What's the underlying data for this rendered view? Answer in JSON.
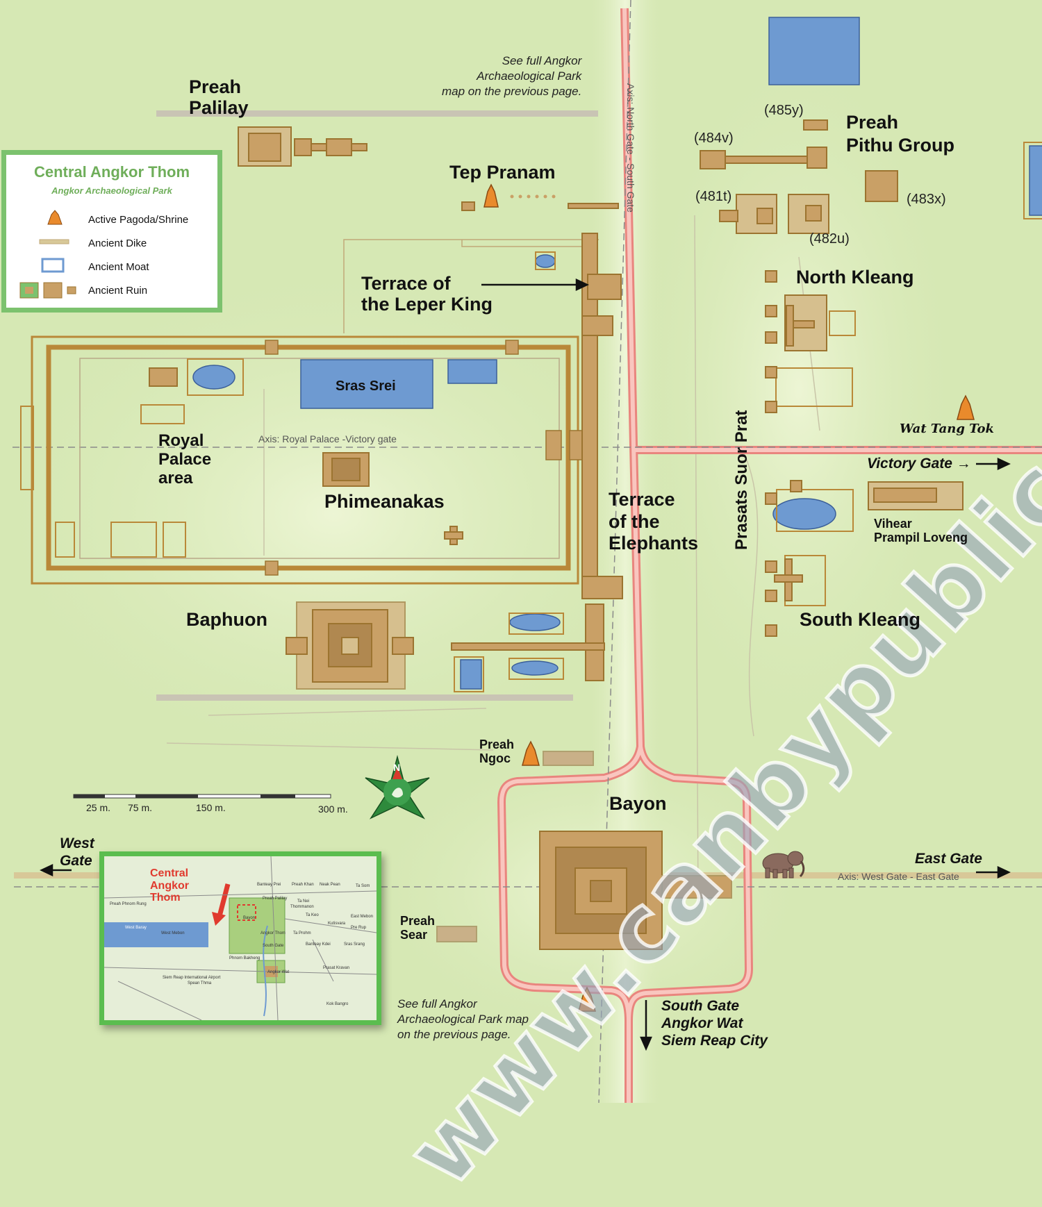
{
  "labels": {
    "preah_palilay": "Preah\nPalilay",
    "tep_pranam": "Tep Pranam",
    "terrace_leper_king": "Terrace of\nthe Leper King",
    "sras_srei": "Sras Srei",
    "royal_palace": "Royal\nPalace\narea",
    "phimeanakas": "Phimeanakas",
    "terrace_elephants": "Terrace\nof the\nElephants",
    "baphuon": "Baphuon",
    "preah_ngoc": "Preah\nNgoc",
    "bayon": "Bayon",
    "preah_sear": "Preah\nSear",
    "preah_pithu": "Preah\nPithu Group",
    "north_kleang": "North Kleang",
    "south_kleang": "South Kleang",
    "prasats_suor_prat": "Prasats Suor Prat",
    "wat_tang_tok": "Wat Tang Tok",
    "vihear_prampil": "Vihear\nPrampil Loveng",
    "num_485y": "(485y)",
    "num_484v": "(484v)",
    "num_481t": "(481t)",
    "num_482u": "(482u)",
    "num_483x": "(483x)"
  },
  "notes": {
    "top": "See full Angkor\nArchaeological Park\nmap on the previous page.",
    "bottom": "See full Angkor\nArchaeological Park map\non the previous page."
  },
  "gates": {
    "victory": "Victory Gate →",
    "west": "West\nGate",
    "east": "East Gate",
    "south": "South Gate\nAngkor Wat\nSiem Reap City"
  },
  "axes": {
    "north_south": "Axis: North Gate - South Gate",
    "royal_victory": "Axis: Royal Palace -Victory gate",
    "west_east": "Axis: West Gate - East Gate"
  },
  "legend": {
    "title": "Central Angkor Thom",
    "subtitle": "Angkor Archaeological Park",
    "items": [
      "Active Pagoda/Shrine",
      "Ancient Dike",
      "Ancient Moat",
      "Ancient Ruin"
    ]
  },
  "scale": {
    "ticks": [
      "25 m.",
      "75 m.",
      "150 m.",
      "300 m."
    ]
  },
  "compass": {
    "letter": "N"
  },
  "inset": {
    "title": "Central\nAngkor\nThom",
    "labels": [
      "Banteay Prei",
      "Preah Khan",
      "Neak Pean",
      "Ta Som",
      "Preah Palilay",
      "Thommanon",
      "East Mebon",
      "Bayon",
      "Ta Keo",
      "Pre Rup",
      "West Baray",
      "West Mebon",
      "Angkor Thom",
      "Phnom Bakheng",
      "Banteay Kdei",
      "Sras Srang",
      "Angkor Wat",
      "Prasat Kravan",
      "Ta Prohm",
      "Kutisvara",
      "Siem Reap International Airport",
      "Kok Bangro",
      "Preah Phnom Rung",
      "South Gate",
      "Ta Nei",
      "Spean Thma"
    ]
  },
  "watermark": "www.canbypublications.com",
  "colors": {
    "background": "#d6e8b4",
    "road": "#f0a09a",
    "ruin": "#c9a066",
    "water": "#6e9ad1",
    "legend_border": "#7cc26e",
    "pagoda": "#e98a2c"
  }
}
